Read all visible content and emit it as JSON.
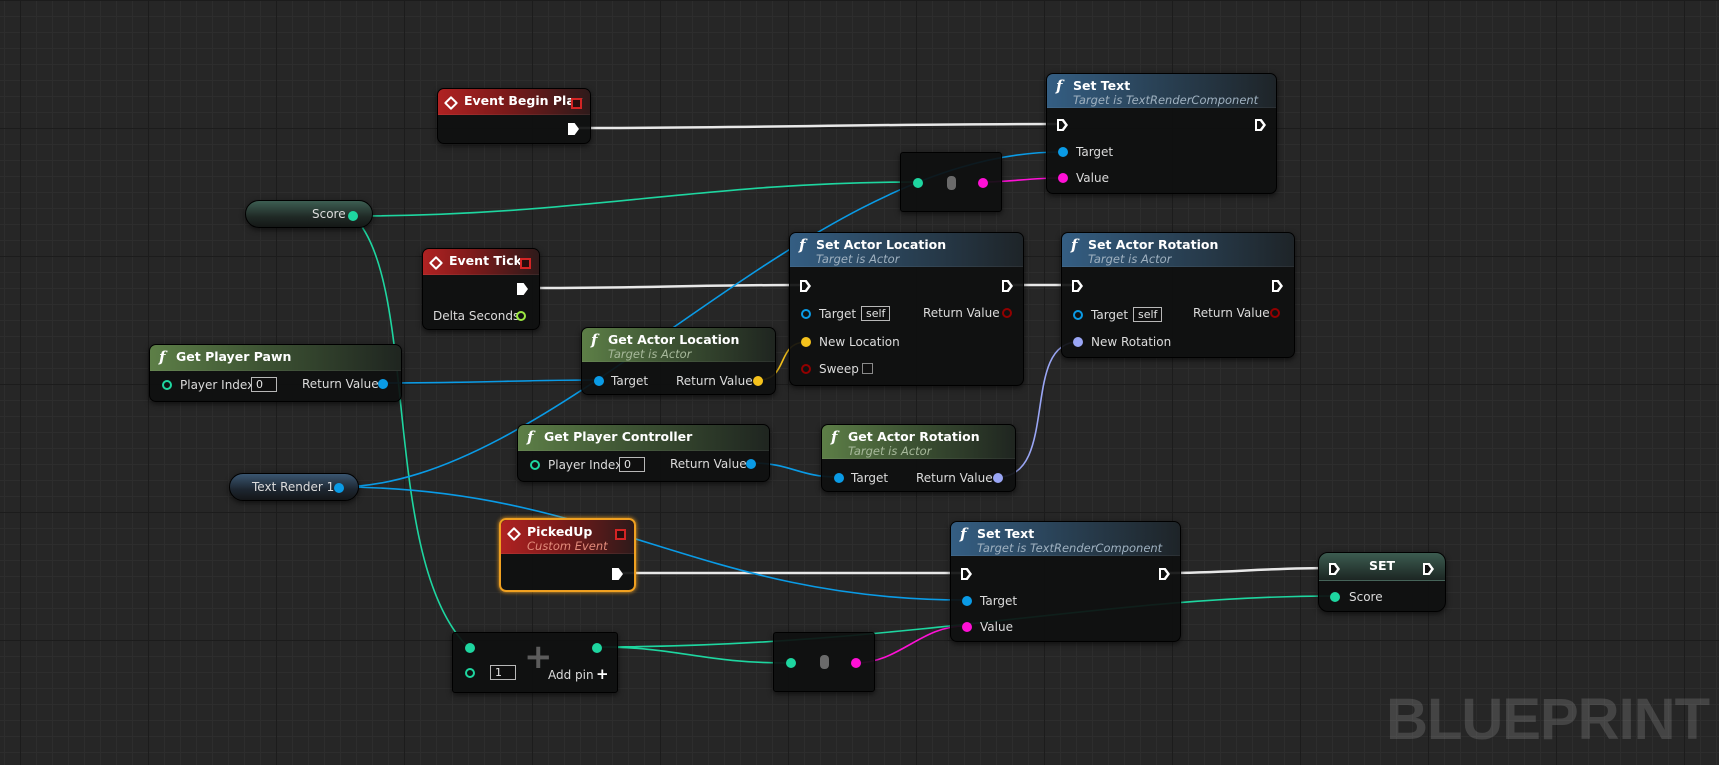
{
  "colors": {
    "exec": "#ffffff",
    "object_pin": "#0a9be6",
    "integer_pin": "#1ed6a0",
    "string_pin": "#ff10d6",
    "vector_pin": "#f5c21c",
    "rotator_pin": "#9aa6f5",
    "float_pin": "#9ce842",
    "bool_pin": "#930000",
    "function_header": "#345e83",
    "pure_function_header": "#5d7f47",
    "event_header": "#b02222",
    "selection": "#f0a020"
  },
  "nodes": {
    "event_begin_play": {
      "title": "Event Begin Play"
    },
    "event_tick": {
      "title": "Event Tick",
      "delta_seconds": "Delta Seconds"
    },
    "set_text_top": {
      "title": "Set Text",
      "subtitle": "Target is TextRenderComponent",
      "target": "Target",
      "value": "Value"
    },
    "set_actor_location": {
      "title": "Set Actor Location",
      "subtitle": "Target is Actor",
      "target": "Target",
      "target_default": "self",
      "return_value": "Return Value",
      "new_location": "New Location",
      "sweep": "Sweep"
    },
    "set_actor_rotation": {
      "title": "Set Actor Rotation",
      "subtitle": "Target is Actor",
      "target": "Target",
      "target_default": "self",
      "return_value": "Return Value",
      "new_rotation": "New Rotation"
    },
    "get_player_pawn": {
      "title": "Get Player Pawn",
      "player_index": "Player Index",
      "player_index_value": "0",
      "return_value": "Return Value"
    },
    "get_actor_location": {
      "title": "Get Actor Location",
      "subtitle": "Target is Actor",
      "target": "Target",
      "return_value": "Return Value"
    },
    "get_player_controller": {
      "title": "Get Player Controller",
      "player_index": "Player Index",
      "player_index_value": "0",
      "return_value": "Return Value"
    },
    "get_actor_rotation": {
      "title": "Get Actor Rotation",
      "subtitle": "Target is Actor",
      "target": "Target",
      "return_value": "Return Value"
    },
    "picked_up": {
      "title": "PickedUp",
      "subtitle": "Custom Event"
    },
    "set_text_bottom": {
      "title": "Set Text",
      "subtitle": "Target is TextRenderComponent",
      "target": "Target",
      "value": "Value"
    },
    "set_score": {
      "title": "SET",
      "score": "Score"
    },
    "add_node": {
      "input_value": "1",
      "add_pin": "Add pin"
    }
  },
  "variables": {
    "score": "Score",
    "text_render": "Text Render 1"
  },
  "icons": {
    "function": "f",
    "add_pin": "+"
  },
  "watermark": "BLUEPRINT"
}
